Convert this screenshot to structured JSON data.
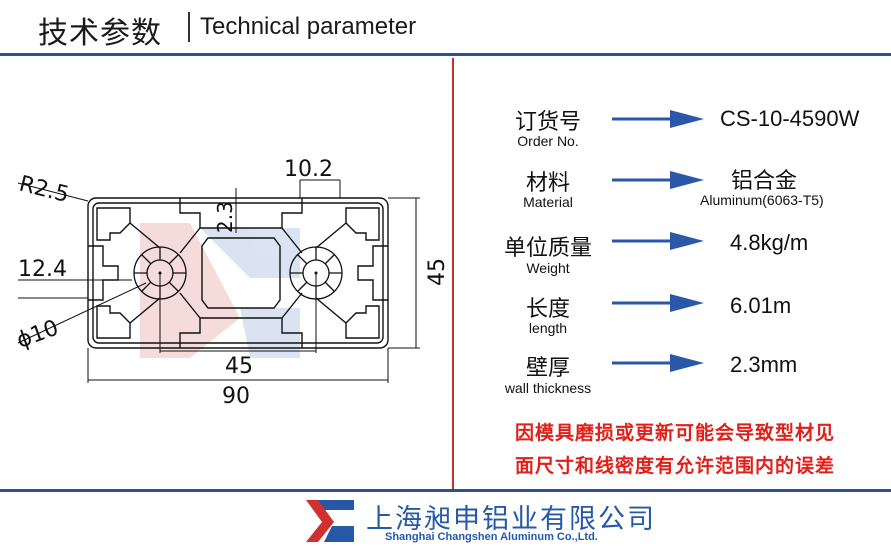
{
  "header": {
    "title_cn": "技术参数",
    "title_en": "Technical parameter"
  },
  "drawing": {
    "dim_radius": "R2.5",
    "dim_slot": "10.2",
    "dim_wall": "2.3",
    "dim_height_side": "12.4",
    "dim_bore": "ϕ10",
    "dim_center": "45",
    "dim_width": "90",
    "dim_height": "45"
  },
  "params": [
    {
      "label_cn": "订货号",
      "label_en": "Order No.",
      "value": "CS-10-4590W"
    },
    {
      "label_cn": "材料",
      "label_en": "Material",
      "value": "铝合金",
      "value_sub": "Aluminum(6063-T5)"
    },
    {
      "label_cn": "单位质量",
      "label_en": "Weight",
      "value": "4.8kg/m"
    },
    {
      "label_cn": "长度",
      "label_en": "length",
      "value": "6.01m"
    },
    {
      "label_cn": "壁厚",
      "label_en": "wall thickness",
      "value": "2.3mm"
    }
  ],
  "notice": {
    "line1": "因模具磨损或更新可能会导致型材见",
    "line2": "面尺寸和线密度有允许范围内的误差"
  },
  "footer": {
    "company_cn": "上海昶申铝业有限公司",
    "company_en": "Shanghai  Changshen  Aluminum  Co.,Ltd."
  },
  "colors": {
    "rule_blue": "#2f4f8f",
    "rule_red": "#c43030",
    "arrow_blue": "#2a57a8",
    "notice_red": "#e0201a",
    "brand_blue": "#2559a8"
  }
}
